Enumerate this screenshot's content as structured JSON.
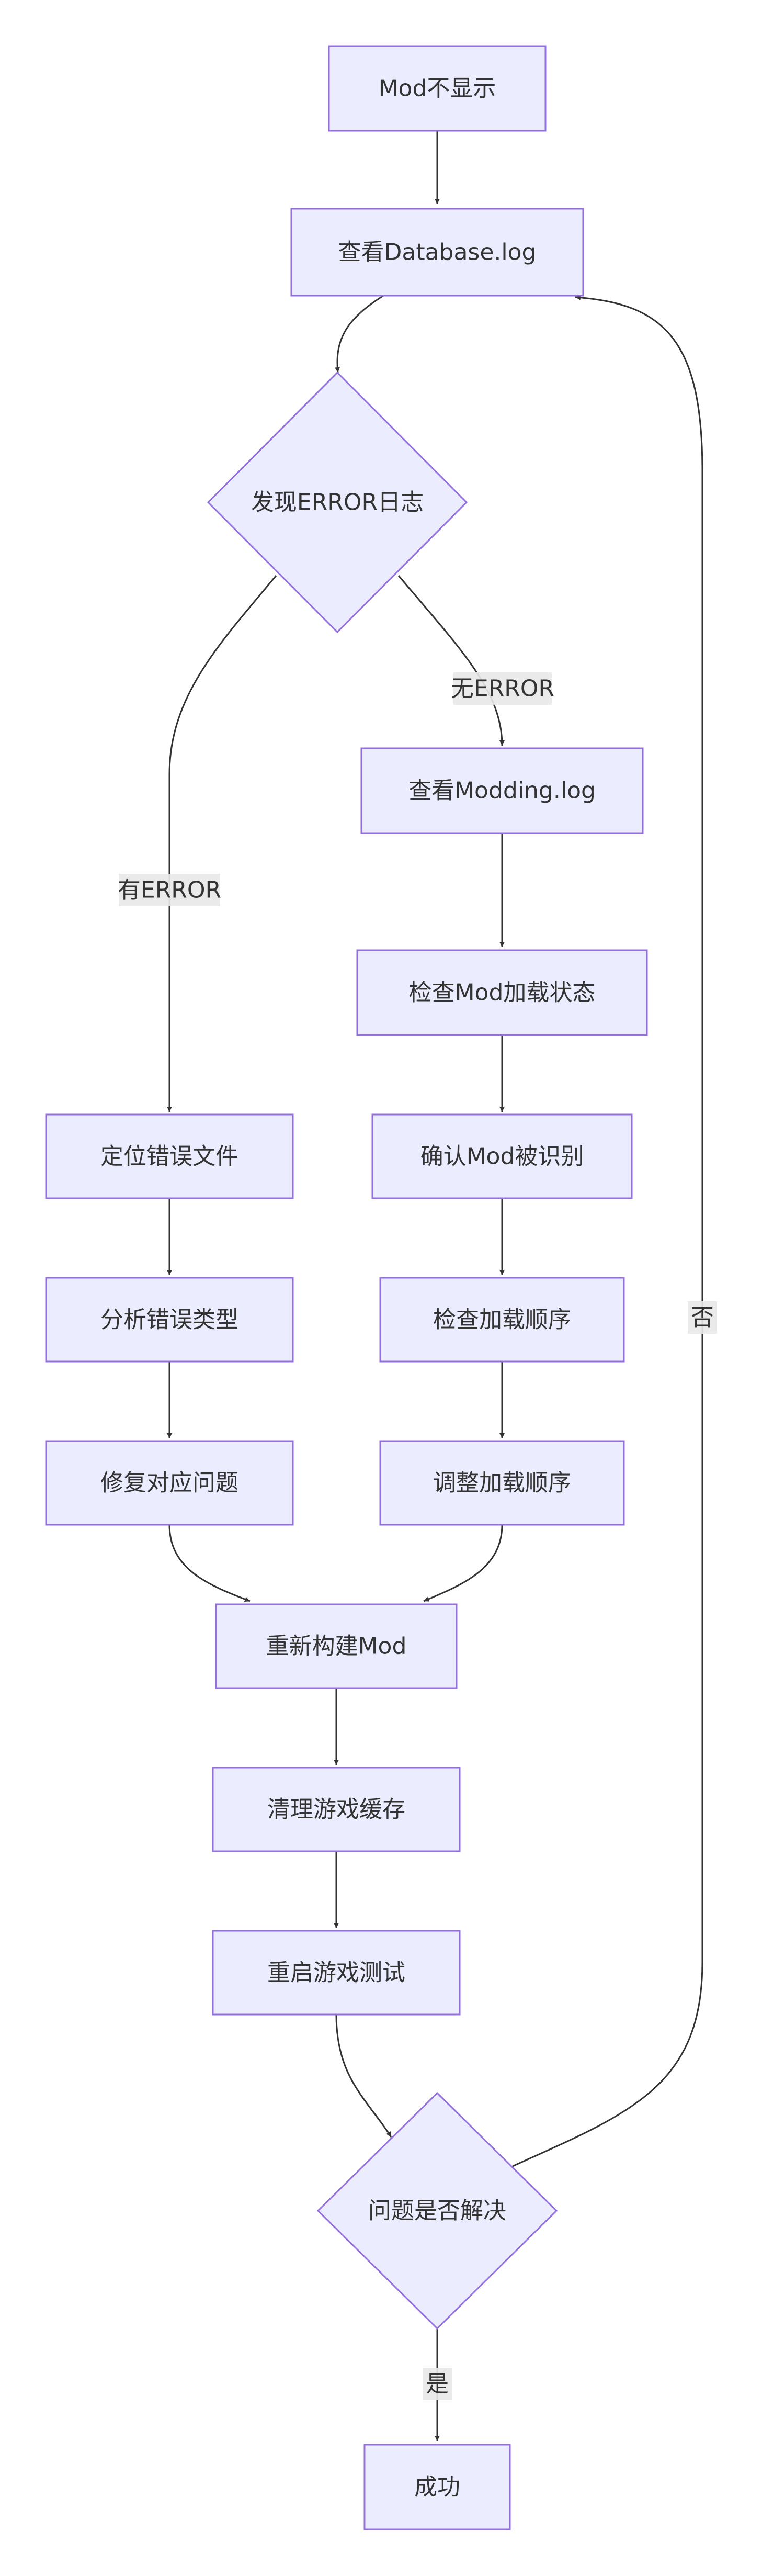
{
  "diagram": {
    "nodes": {
      "start": "Mod不显示",
      "check_db_log": "查看Database.log",
      "error_found": "发现ERROR日志",
      "check_modding_log": "查看Modding.log",
      "check_mod_load": "检查Mod加载状态",
      "locate_file": "定位错误文件",
      "confirm_recognized": "确认Mod被识别",
      "analyze_type": "分析错误类型",
      "check_order": "检查加载顺序",
      "fix_issue": "修复对应问题",
      "adjust_order": "调整加载顺序",
      "rebuild": "重新构建Mod",
      "clear_cache": "清理游戏缓存",
      "restart_test": "重启游戏测试",
      "solved": "问题是否解决",
      "success": "成功"
    },
    "edge_labels": {
      "no_error": "无ERROR",
      "has_error": "有ERROR",
      "no": "否",
      "yes": "是"
    }
  }
}
